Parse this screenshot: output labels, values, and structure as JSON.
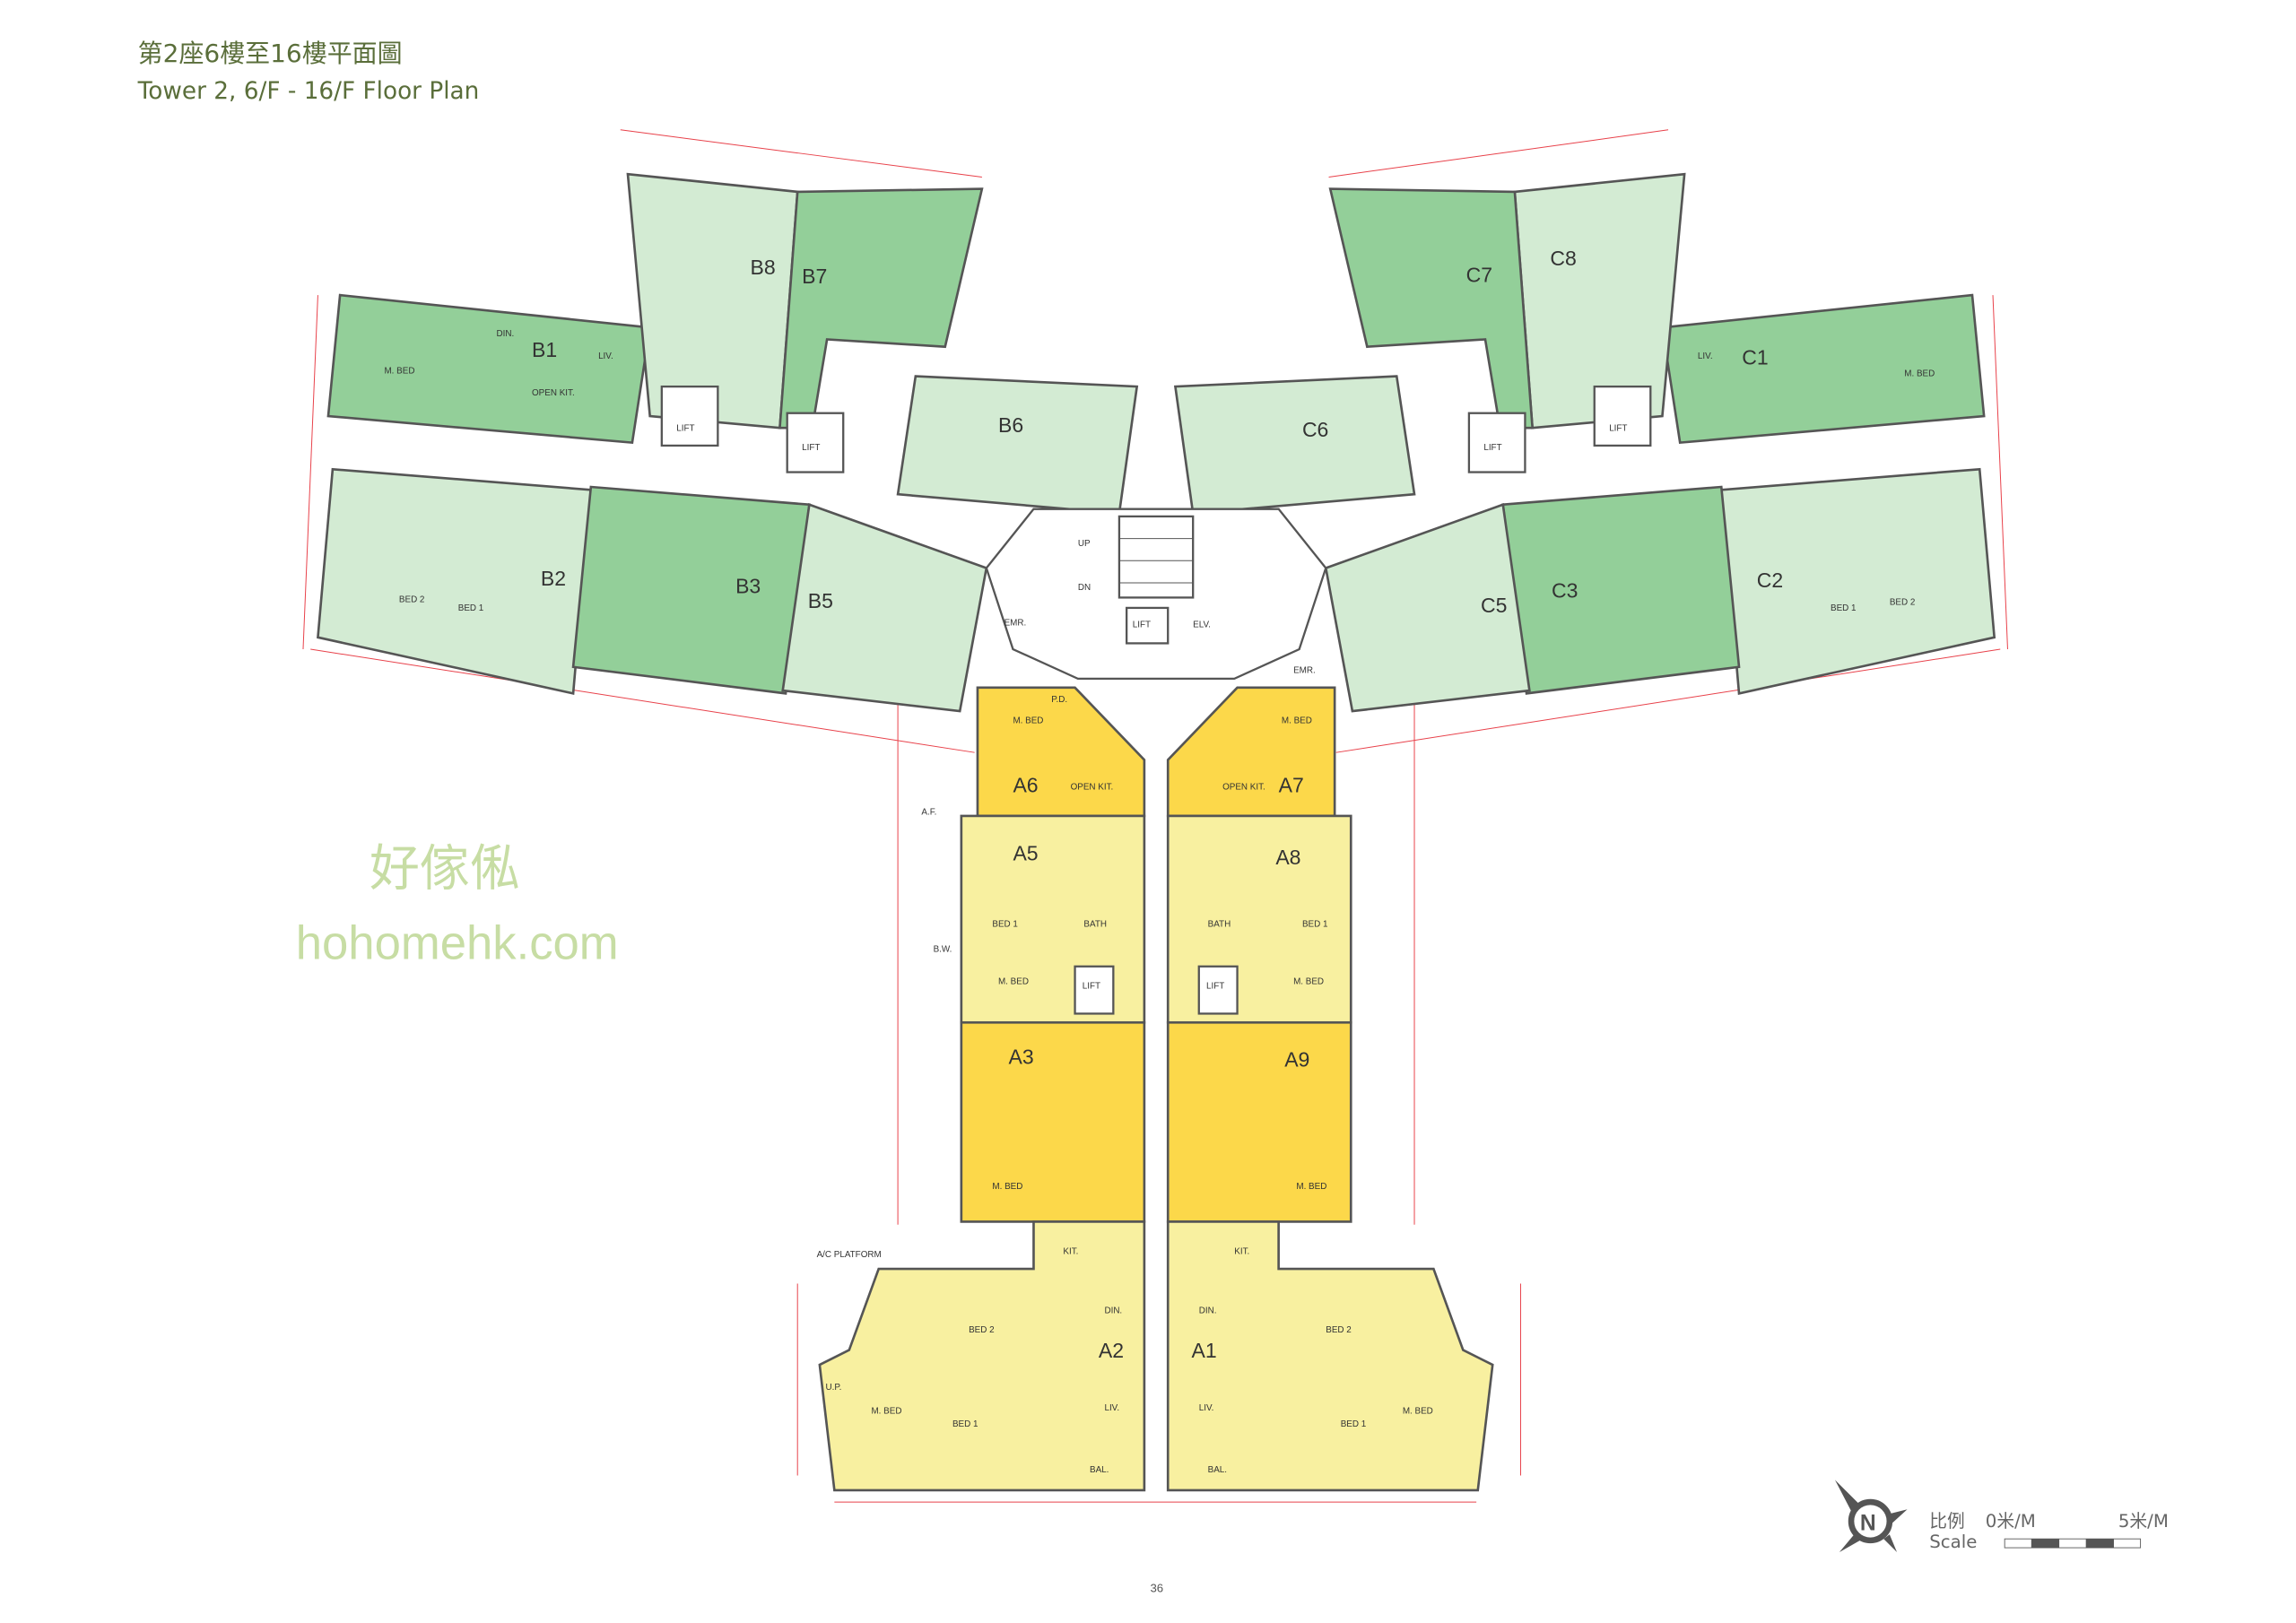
{
  "title": {
    "zh": "第2座6樓至16樓平面圖",
    "en": "Tower 2, 6/F - 16/F Floor Plan"
  },
  "units": {
    "A1": "A1",
    "A2": "A2",
    "A3": "A3",
    "A5": "A5",
    "A6": "A6",
    "A7": "A7",
    "A8": "A8",
    "A9": "A9",
    "B1": "B1",
    "B2": "B2",
    "B3": "B3",
    "B5": "B5",
    "B6": "B6",
    "B7": "B7",
    "B8": "B8",
    "C1": "C1",
    "C2": "C2",
    "C3": "C3",
    "C5": "C5",
    "C6": "C6",
    "C7": "C7",
    "C8": "C8"
  },
  "rooms": {
    "liv": "LIV.",
    "din": "DIN.",
    "mbed": "M. BED",
    "bed1": "BED 1",
    "bed2": "BED 2",
    "bath": "BATH",
    "openkit": "OPEN KIT.",
    "kit": "KIT.",
    "bal": "BAL.",
    "lift": "LIFT",
    "elv": "ELV.",
    "pd": "P.D.",
    "emr": "EMR.",
    "up": "UP",
    "dn": "DN",
    "af": "A.F.",
    "bw": "B.W.",
    "up2": "U.P.",
    "ac": "A/C PLATFORM"
  },
  "watermark": {
    "zh": "好傢俬",
    "url": "hohomehk.com"
  },
  "legend": {
    "scale_zh": "比例",
    "scale_en": "Scale",
    "start": "0米/M",
    "end": "5米/M",
    "north": "N"
  },
  "page_number": "36",
  "colors": {
    "dark_green": "#93cf99",
    "light_green": "#d3ebd3",
    "dark_yellow": "#fcd84a",
    "light_yellow": "#f8f0a0",
    "title": "#5a6e3a"
  }
}
